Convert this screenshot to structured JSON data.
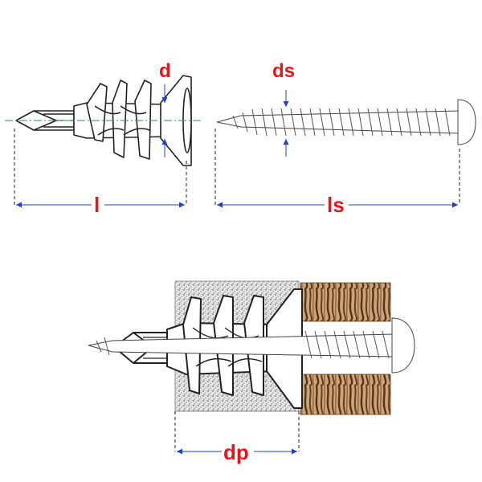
{
  "labels": {
    "d": "d",
    "ds": "ds",
    "l": "l",
    "ls": "ls",
    "dp": "dp"
  },
  "colors": {
    "label": "#e8141b",
    "dimension": "#1f3fd1",
    "centerline": "#2e9a3a",
    "outline": "#222222",
    "gypsum": "#9a9a9a",
    "wood": "#7a4a22",
    "wood_light": "#d9c7ad"
  }
}
